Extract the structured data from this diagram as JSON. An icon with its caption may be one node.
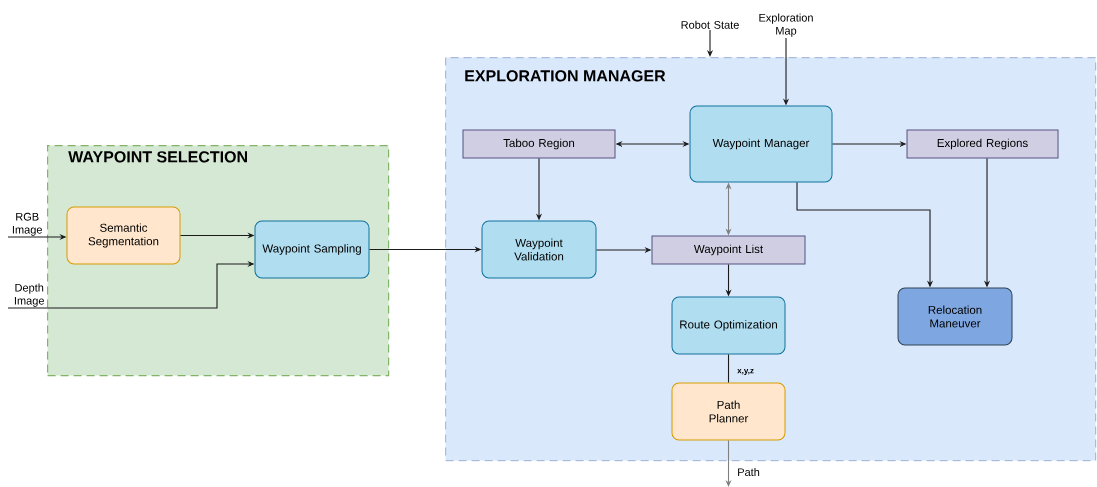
{
  "diagram": {
    "nodes": [
      {
        "text": [
          "Robot State"
        ]
      },
      {
        "text": [
          "Exploration Map"
        ]
      },
      {
        "text": [
          "WAYPOINT SELECTION"
        ]
      },
      {
        "text": [
          "RGB Image"
        ]
      },
      {
        "text": [
          "Depth Image"
        ]
      },
      {
        "text": [
          "Semantic Segmentation"
        ],
        "in": 2
      },
      {
        "text": [
          "Waypoint Sampling"
        ],
        "in": 2
      },
      {
        "text": [
          "EXPLORATION MANAGER"
        ]
      },
      {
        "text": [
          "Taboo Region"
        ],
        "in": 7
      },
      {
        "text": [
          "Waypoint Manager"
        ],
        "in": 7
      },
      {
        "text": [
          "Explored Regions"
        ],
        "in": 7
      },
      {
        "text": [
          "Waypoint Validation"
        ],
        "in": 7
      },
      {
        "text": [
          "Waypoint List"
        ],
        "in": 7
      },
      {
        "text": [
          "Route Optimization"
        ],
        "in": 7
      },
      {
        "text": [
          "Relocation Maneuver"
        ],
        "in": 7
      },
      {
        "text": [
          "Path Planner"
        ],
        "in": 7
      }
    ],
    "edges": [
      {
        "from": 3,
        "to": 5,
        "arrow": "to"
      },
      {
        "from": 4,
        "to": 6,
        "arrow": "to"
      },
      {
        "from": 5,
        "to": 6,
        "arrow": "to"
      },
      {
        "from": 6,
        "to": 11,
        "arrow": "to"
      },
      {
        "from": 0,
        "to": 7,
        "arrow": "to"
      },
      {
        "from": 1,
        "to": 9,
        "arrow": "to"
      },
      {
        "from": 8,
        "to": 9,
        "arrow": "both"
      },
      {
        "from": 9,
        "to": 10,
        "arrow": "to"
      },
      {
        "from": 8,
        "to": 11,
        "arrow": "to"
      },
      {
        "from": 9,
        "to": 12,
        "arrow": "both",
        "color": "#808080"
      },
      {
        "from": 11,
        "to": 12,
        "arrow": "to"
      },
      {
        "from": 9,
        "to": 14,
        "arrow": "to"
      },
      {
        "from": 10,
        "to": 14,
        "arrow": "to"
      },
      {
        "from": 12,
        "to": 13,
        "arrow": "to"
      },
      {
        "from": 13,
        "to": 15,
        "arrow": "none",
        "label": "x,y,z"
      },
      {
        "from": 15,
        "to": null,
        "arrow": "to",
        "label": "Path",
        "color": "#808080"
      }
    ]
  }
}
